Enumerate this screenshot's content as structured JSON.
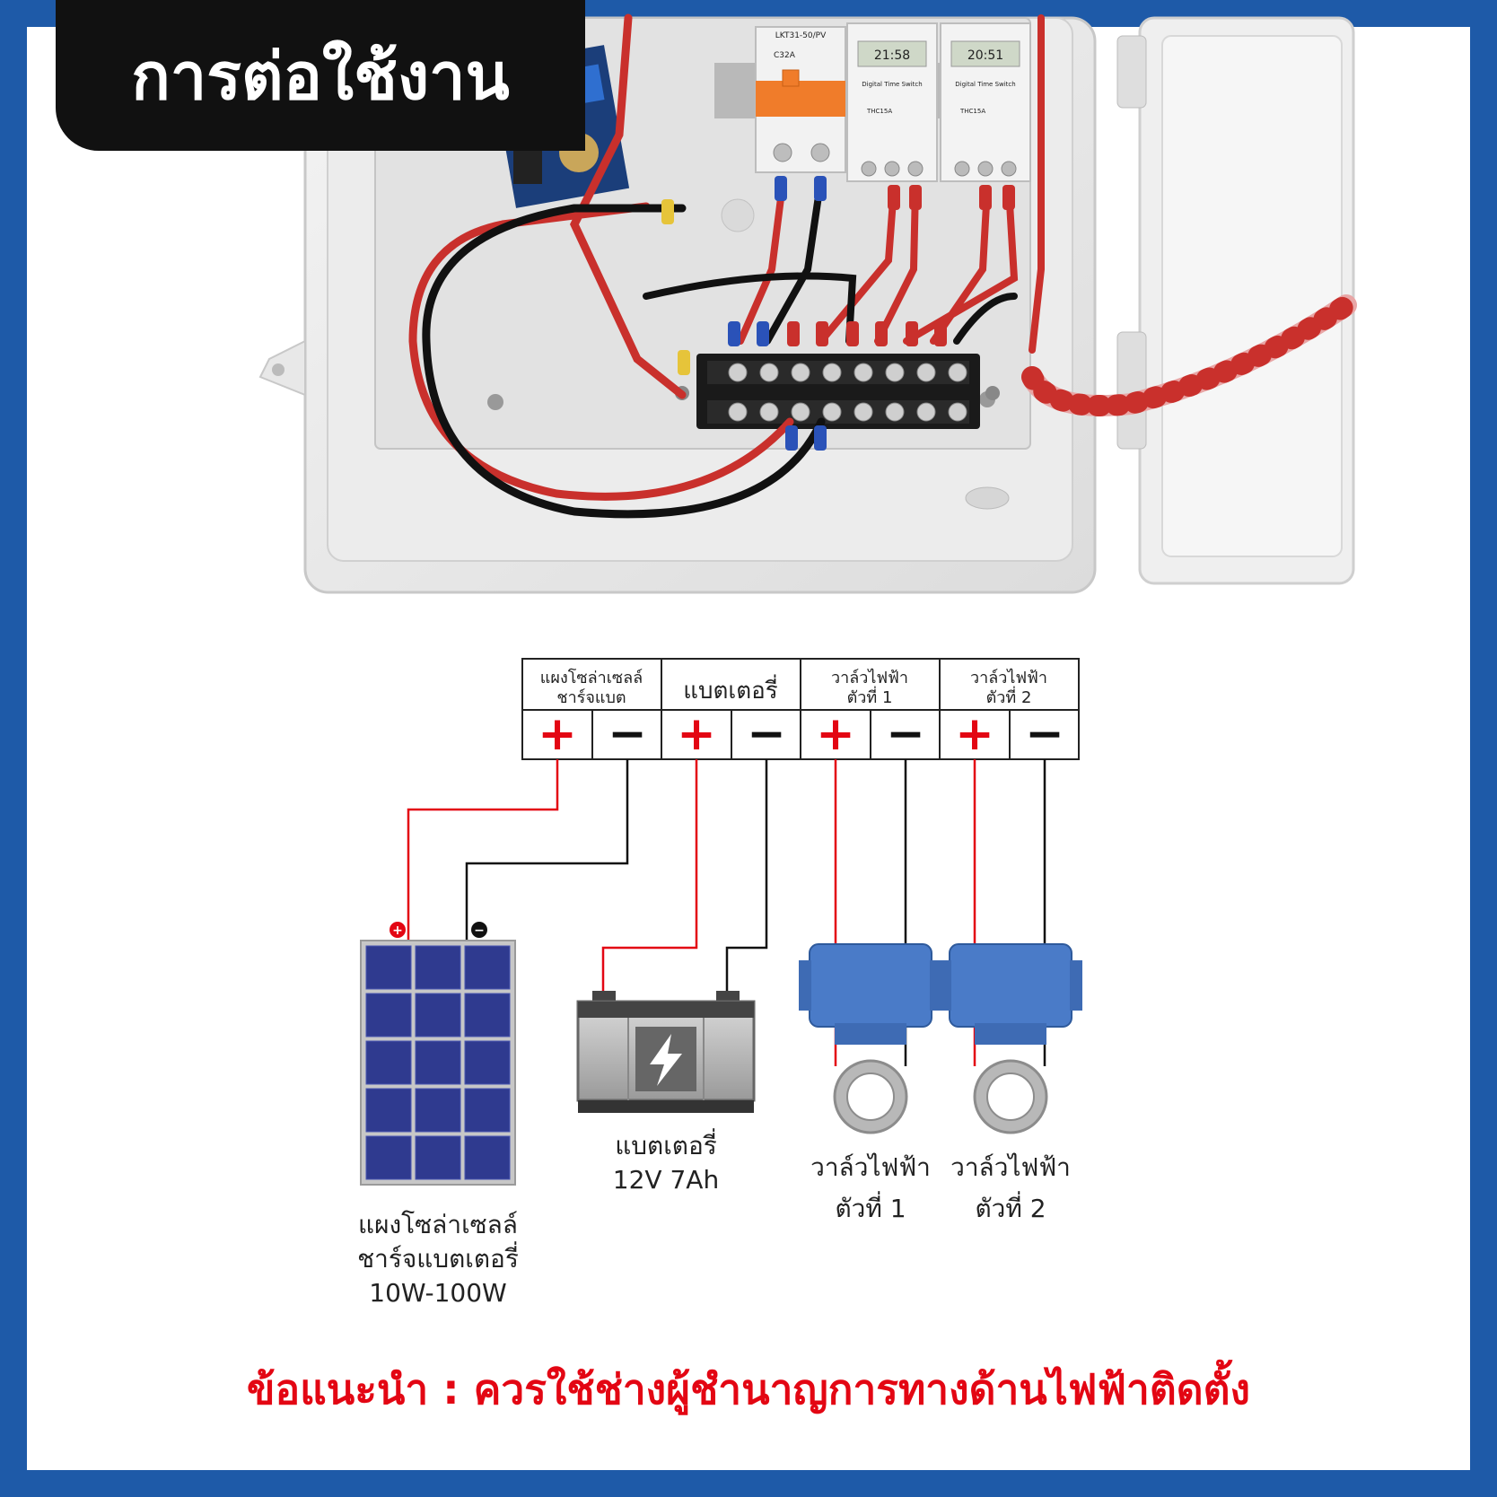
{
  "title": "การต่อใช้งาน",
  "header_cells": [
    {
      "lines": [
        "แผงโซล่าเซลล์",
        "ชาร์จแบต"
      ]
    },
    {
      "lines": [
        "แบตเตอรี่"
      ]
    },
    {
      "lines": [
        "วาล์วไฟฟ้า",
        "ตัวที่ 1"
      ]
    },
    {
      "lines": [
        "วาล์วไฟฟ้า",
        "ตัวที่ 2"
      ]
    }
  ],
  "polarity": {
    "plus": "+",
    "minus": "−"
  },
  "components": {
    "solar": {
      "lines": [
        "แผงโซล่าเซลล์",
        "ชาร์จแบตเตอรี่",
        "10W-100W"
      ]
    },
    "battery": {
      "lines": [
        "แบตเตอรี่",
        "12V 7Ah"
      ]
    },
    "valve1": {
      "lines": [
        "วาล์วไฟฟ้า",
        "ตัวที่ 1"
      ]
    },
    "valve2": {
      "lines": [
        "วาล์วไฟฟ้า",
        "ตัวที่ 2"
      ]
    }
  },
  "device_labels": {
    "breaker_model": "LKT31-50/PV",
    "breaker_rating": "C32A",
    "timer1_display": "21:58",
    "timer2_display": "20:51",
    "timer_name": "Digital Time Switch",
    "timer_model": "THC15A"
  },
  "note": "ข้อแนะนำ : ควรใช้ช่างผู้ชำนาญการทางด้านไฟฟ้าติดตั้ง",
  "colors": {
    "border": "#1e5aa8",
    "red": "#e30613",
    "wire_red": "#d8262c",
    "wire_black": "#111111",
    "panel_blue": "#2f3a8f",
    "valve_blue": "#4a7bc8"
  }
}
